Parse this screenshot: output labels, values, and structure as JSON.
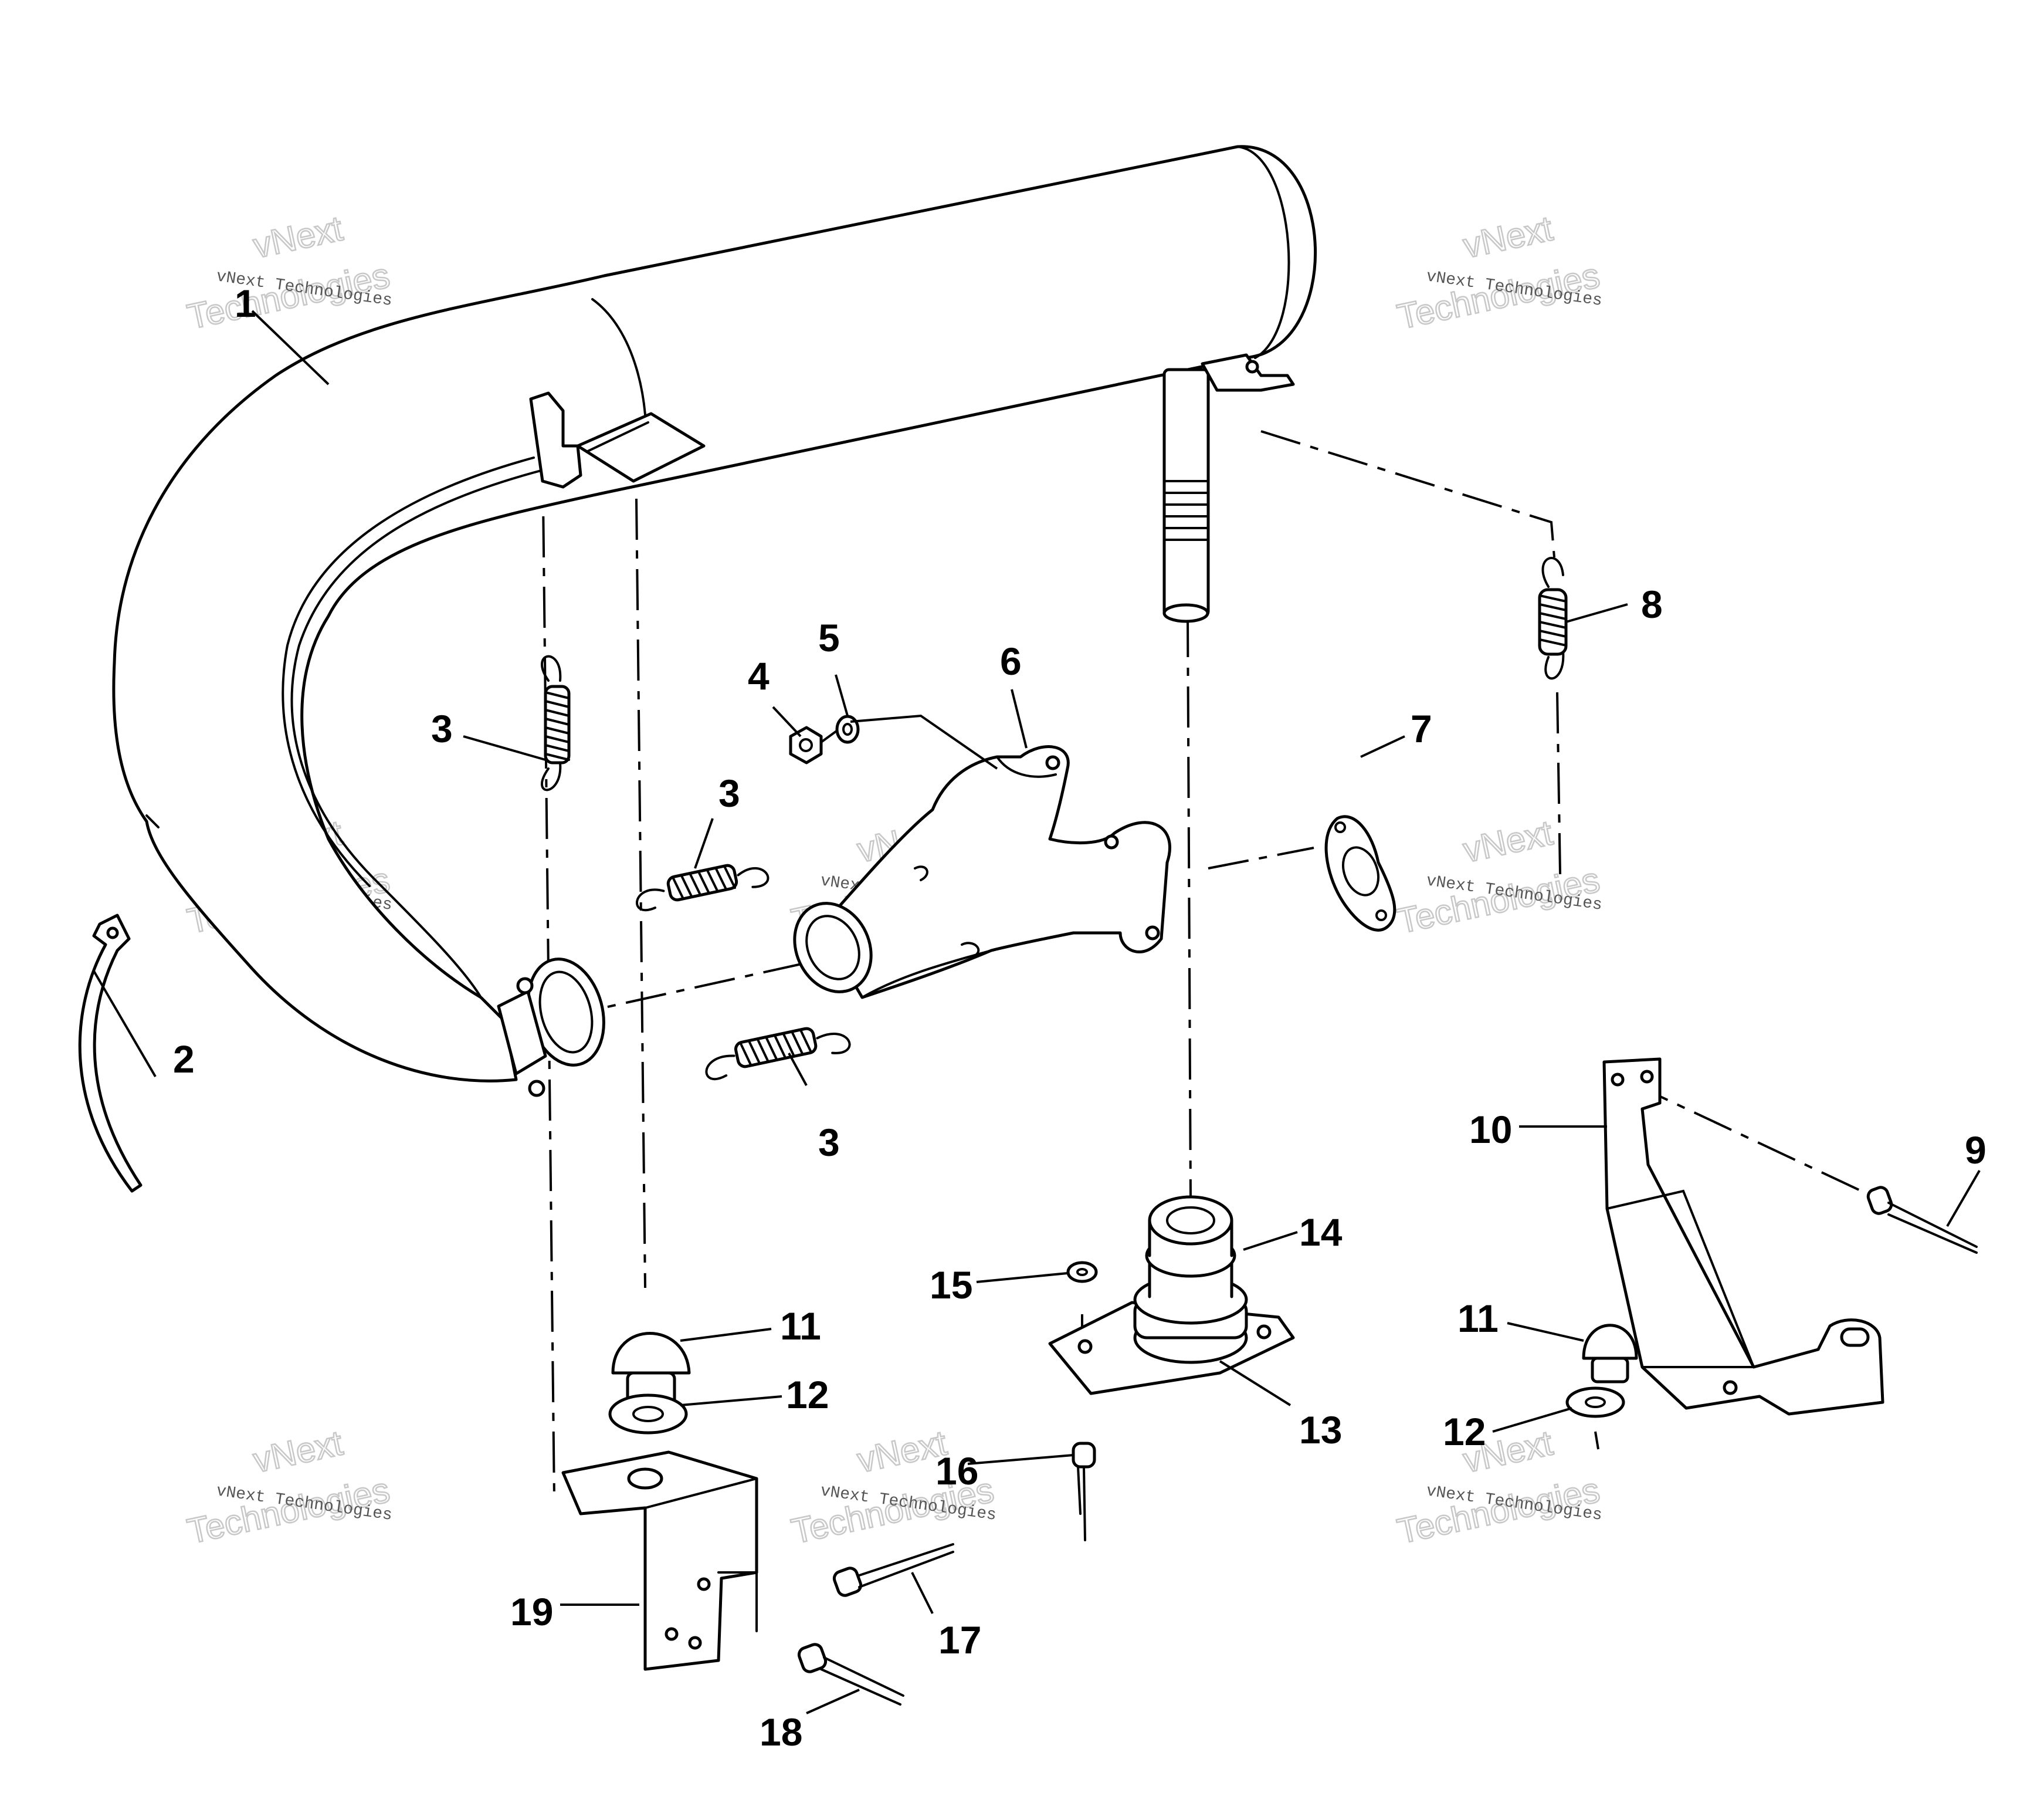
{
  "diagram": {
    "watermark": {
      "line": "vNext Technologies",
      "brand": "vNext",
      "sub": "Technologies"
    },
    "callouts": [
      "1",
      "2",
      "3",
      "3",
      "3",
      "4",
      "5",
      "6",
      "7",
      "8",
      "9",
      "10",
      "11",
      "11",
      "12",
      "12",
      "13",
      "14",
      "15",
      "16",
      "17",
      "18",
      "19"
    ]
  },
  "colors": {
    "ink": "#000000",
    "paper": "#ffffff",
    "watermark": "#c8c8c8"
  }
}
